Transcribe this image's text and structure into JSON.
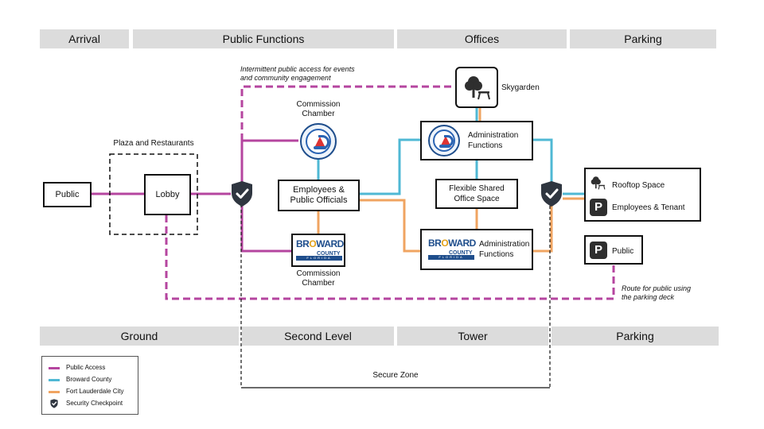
{
  "top_bands": [
    "Arrival",
    "Public Functions",
    "Offices",
    "Parking"
  ],
  "bottom_bands": [
    "Ground",
    "Second Level",
    "Tower",
    "Parking"
  ],
  "nodes": {
    "public_left": "Public",
    "lobby": "Lobby",
    "plaza": "Plaza and Restaurants",
    "commission_top": "Commission\nChamber",
    "commission_bottom": "Commission\nChamber",
    "employees": "Employees &\nPublic Officials",
    "skygarden": "Skygarden",
    "admin_top": "Administration\nFunctions",
    "flex": "Flexible Shared\nOffice Space",
    "admin_bottom": "Administration\nFunctions",
    "rooftop": "Rooftop Space",
    "employees_tenant": "Employees & Tenant",
    "public_parking": "Public"
  },
  "logos": {
    "broward_word_1": "BR",
    "broward_word_o": "O",
    "broward_word_2": "WARD",
    "broward_sub": "COUNTY",
    "broward_bar": "FLORIDA"
  },
  "notes": {
    "intermittent": "Intermittent public access for events\nand community engagement",
    "route": "Route for public using\nthe parking deck",
    "secure_zone": "Secure Zone"
  },
  "legend": [
    {
      "label": "Public Access",
      "color": "#b5459f",
      "kind": "line"
    },
    {
      "label": "Broward County",
      "color": "#4fb8d4",
      "kind": "line"
    },
    {
      "label": "Fort Lauderdale City",
      "color": "#f0a461",
      "kind": "line"
    },
    {
      "label": "Security Checkpoint",
      "color": "#2f3640",
      "kind": "shield"
    }
  ],
  "colors": {
    "public_access": "#b5459f",
    "broward_county": "#4fb8d4",
    "fort_lauderdale": "#f0a461",
    "checkpoint": "#2f3640",
    "band": "#dcdcdc"
  },
  "icons": {
    "checkpoint": "shield-check-icon",
    "tree": "tree-bench-icon",
    "parking": "parking-icon"
  }
}
